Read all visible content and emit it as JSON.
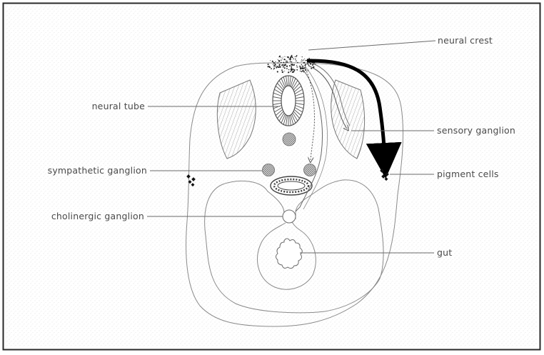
{
  "labels": {
    "neural_crest": "neural crest",
    "neural_tube": "neural tube",
    "sensory_ganglion": "sensory ganglion",
    "sympathetic_ganglion": "sympathetic ganglion",
    "pigment_cells": "pigment cells",
    "cholinergic_ganglion": "cholinergic ganglion",
    "gut": "gut"
  }
}
